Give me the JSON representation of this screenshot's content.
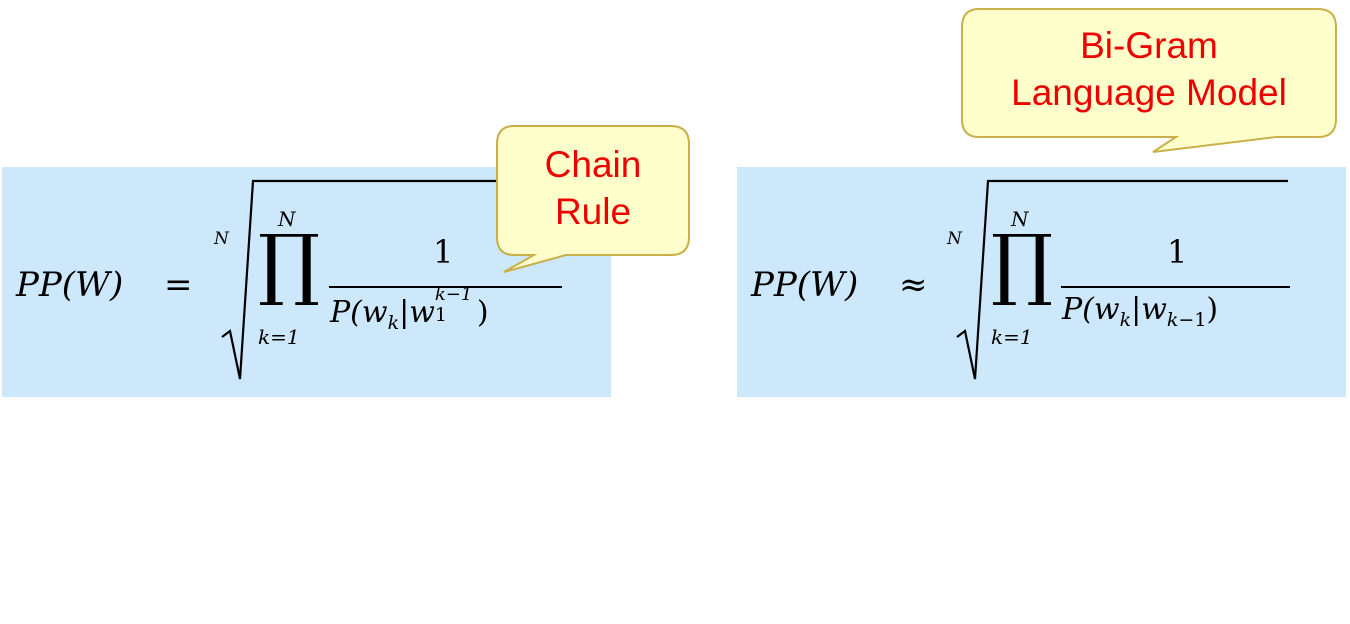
{
  "formulas": {
    "chain_rule": {
      "lhs": "PP(W)",
      "relation": "=",
      "root_index": "N",
      "product_symbol": "∏",
      "upper_limit": "N",
      "lower_limit": "k=1",
      "numerator": "1",
      "den_open": "P(w",
      "den_k": "k",
      "den_bar": "|w",
      "den_one": "1",
      "den_sup": "k−1",
      "den_close": ")"
    },
    "bigram": {
      "lhs": "PP(W)",
      "relation": "≈",
      "root_index": "N",
      "product_symbol": "∏",
      "upper_limit": "N",
      "lower_limit": "k=1",
      "numerator": "1",
      "den_open": "P(w",
      "den_k": "k",
      "den_bar": "|w",
      "den_sub_var": "k",
      "den_sub_rest": "−1",
      "den_close": ")"
    }
  },
  "callouts": {
    "chain_rule": {
      "line1": "Chain",
      "line2": "Rule"
    },
    "bigram": {
      "line1": "Bi-Gram",
      "line2": "Language Model"
    }
  },
  "colors": {
    "formula_background": "#cce8fa",
    "callout_fill": "#ffffcc",
    "callout_border": "#c9b04a",
    "callout_text": "#ee0000"
  }
}
